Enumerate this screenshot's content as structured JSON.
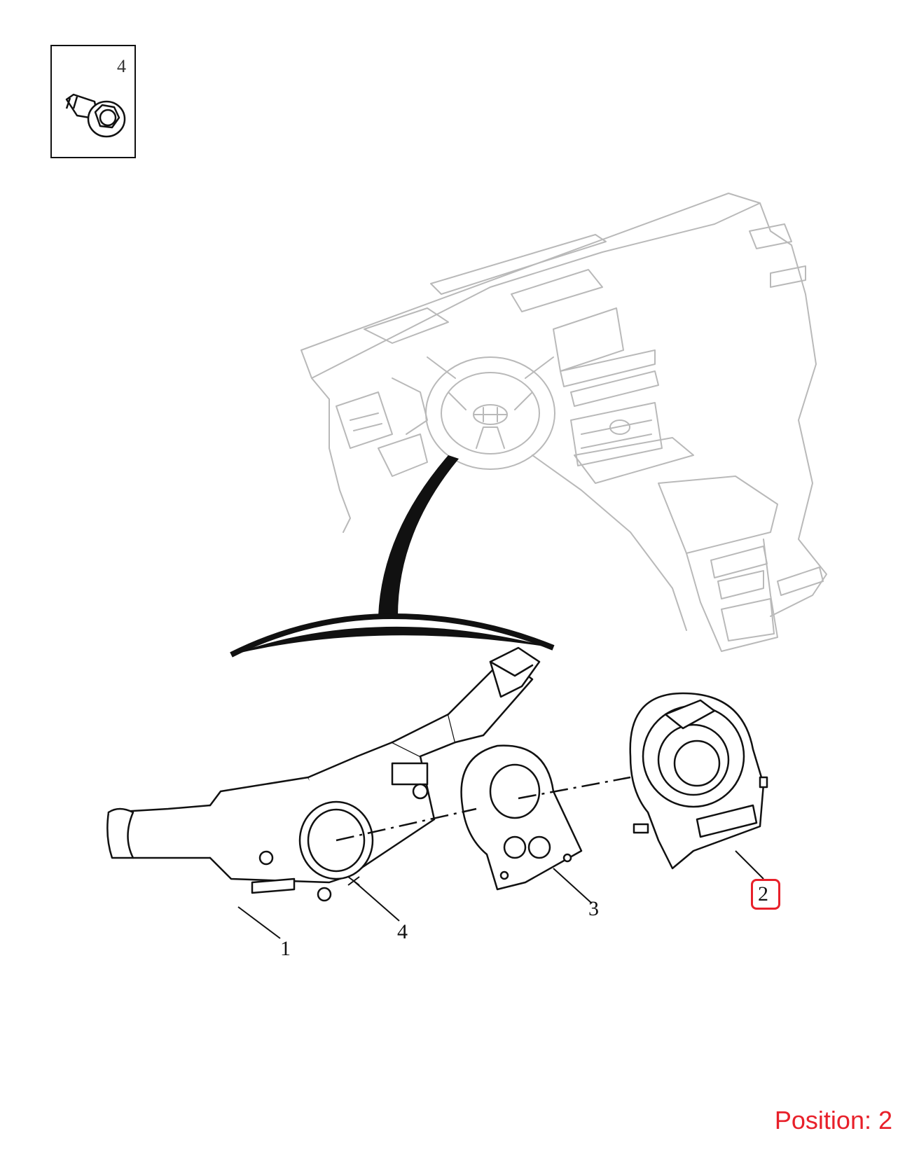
{
  "inset": {
    "label": "4"
  },
  "callouts": {
    "c1": "1",
    "c2": "2",
    "c3": "3",
    "c4": "4"
  },
  "highlighted_callout": "2",
  "position": {
    "text": "Position: 2"
  },
  "colors": {
    "highlight": "#e8202a",
    "line": "#111111",
    "background_art": "#b9b9b9"
  }
}
